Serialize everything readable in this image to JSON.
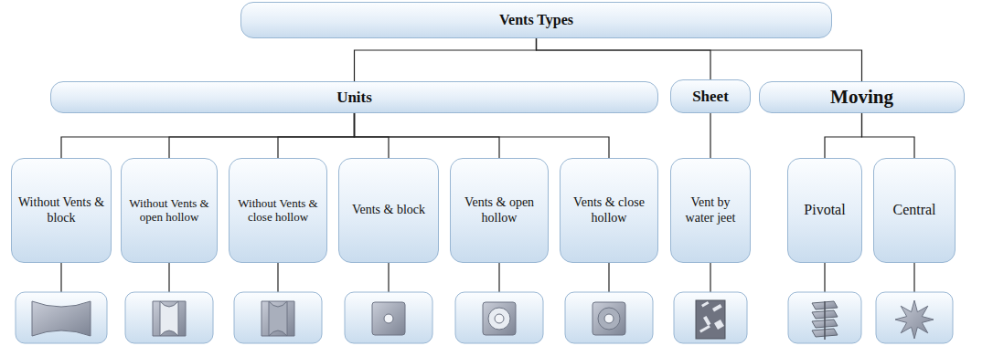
{
  "diagram": {
    "title": "Vents Types",
    "nodes": [
      {
        "text": [
          "Vents Types"
        ]
      },
      {
        "text": [
          "Units"
        ]
      },
      {
        "text": [
          "Sheet"
        ]
      },
      {
        "text": [
          "Moving"
        ]
      },
      {
        "text": [
          "Without Vents & block"
        ]
      },
      {
        "text": [
          "Without Vents & open hollow"
        ]
      },
      {
        "text": [
          "Without Vents & close hollow"
        ]
      },
      {
        "text": [
          "Vents & block"
        ]
      },
      {
        "text": [
          "Vents & open hollow"
        ]
      },
      {
        "text": [
          "Vents & close hollow"
        ]
      },
      {
        "text": [
          "Vent by water jeet"
        ]
      },
      {
        "text": [
          "Pivotal"
        ]
      },
      {
        "text": [
          "Central"
        ]
      }
    ],
    "edges": [
      {
        "from": 0,
        "to": 1,
        "arrow": "none"
      },
      {
        "from": 0,
        "to": 2,
        "arrow": "none"
      },
      {
        "from": 0,
        "to": 3,
        "arrow": "none"
      },
      {
        "from": 1,
        "to": 4,
        "arrow": "none"
      },
      {
        "from": 1,
        "to": 5,
        "arrow": "none"
      },
      {
        "from": 1,
        "to": 6,
        "arrow": "none"
      },
      {
        "from": 1,
        "to": 7,
        "arrow": "none"
      },
      {
        "from": 1,
        "to": 8,
        "arrow": "none"
      },
      {
        "from": 1,
        "to": 9,
        "arrow": "none"
      },
      {
        "from": 2,
        "to": 10,
        "arrow": "none"
      },
      {
        "from": 3,
        "to": 11,
        "arrow": "none"
      },
      {
        "from": 3,
        "to": 12,
        "arrow": "none"
      }
    ]
  }
}
